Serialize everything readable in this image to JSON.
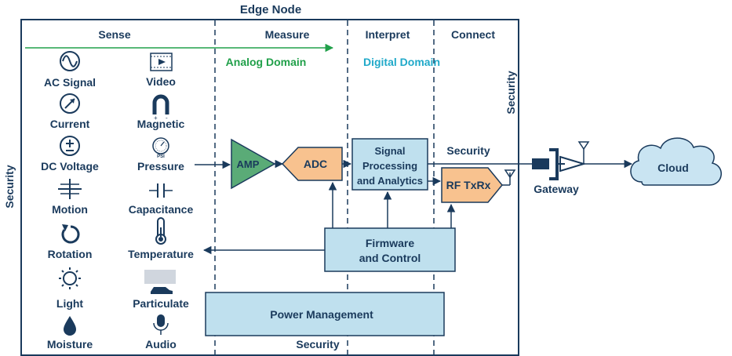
{
  "diagram": {
    "title": "Edge Node",
    "sections": {
      "sense": "Sense",
      "measure": "Measure",
      "interpret": "Interpret",
      "connect": "Connect"
    },
    "domains": {
      "analog": "Analog Domain",
      "digital": "Digital Domain"
    },
    "security_labels": {
      "left": "Security",
      "right": "Security",
      "bottom": "Security",
      "link": "Security"
    },
    "sensors_left": [
      "AC Signal",
      "Current",
      "DC Voltage",
      "Motion",
      "Rotation",
      "Light",
      "Moisture"
    ],
    "sensors_right": [
      "Video",
      "Magnetic",
      "Pressure",
      "Capacitance",
      "Temperature",
      "Particulate",
      "Audio"
    ],
    "pressure_badge": "PSI",
    "blocks": {
      "amp": "AMP",
      "adc": "ADC",
      "signal_line1": "Signal",
      "signal_line2": "Processing",
      "signal_line3": "and Analytics",
      "rf": "RF TxRx",
      "firmware_line1": "Firmware",
      "firmware_line2": "and Control",
      "power": "Power Management"
    },
    "gateway": "Gateway",
    "cloud": "Cloud",
    "colors": {
      "navy": "#1a3a5c",
      "green_arrow": "#21a04a",
      "amp_fill": "#5aab77",
      "orange_fill": "#f8c28f",
      "blue_fill": "#bfe0ee",
      "cloud_fill": "#c9e4f2"
    }
  }
}
